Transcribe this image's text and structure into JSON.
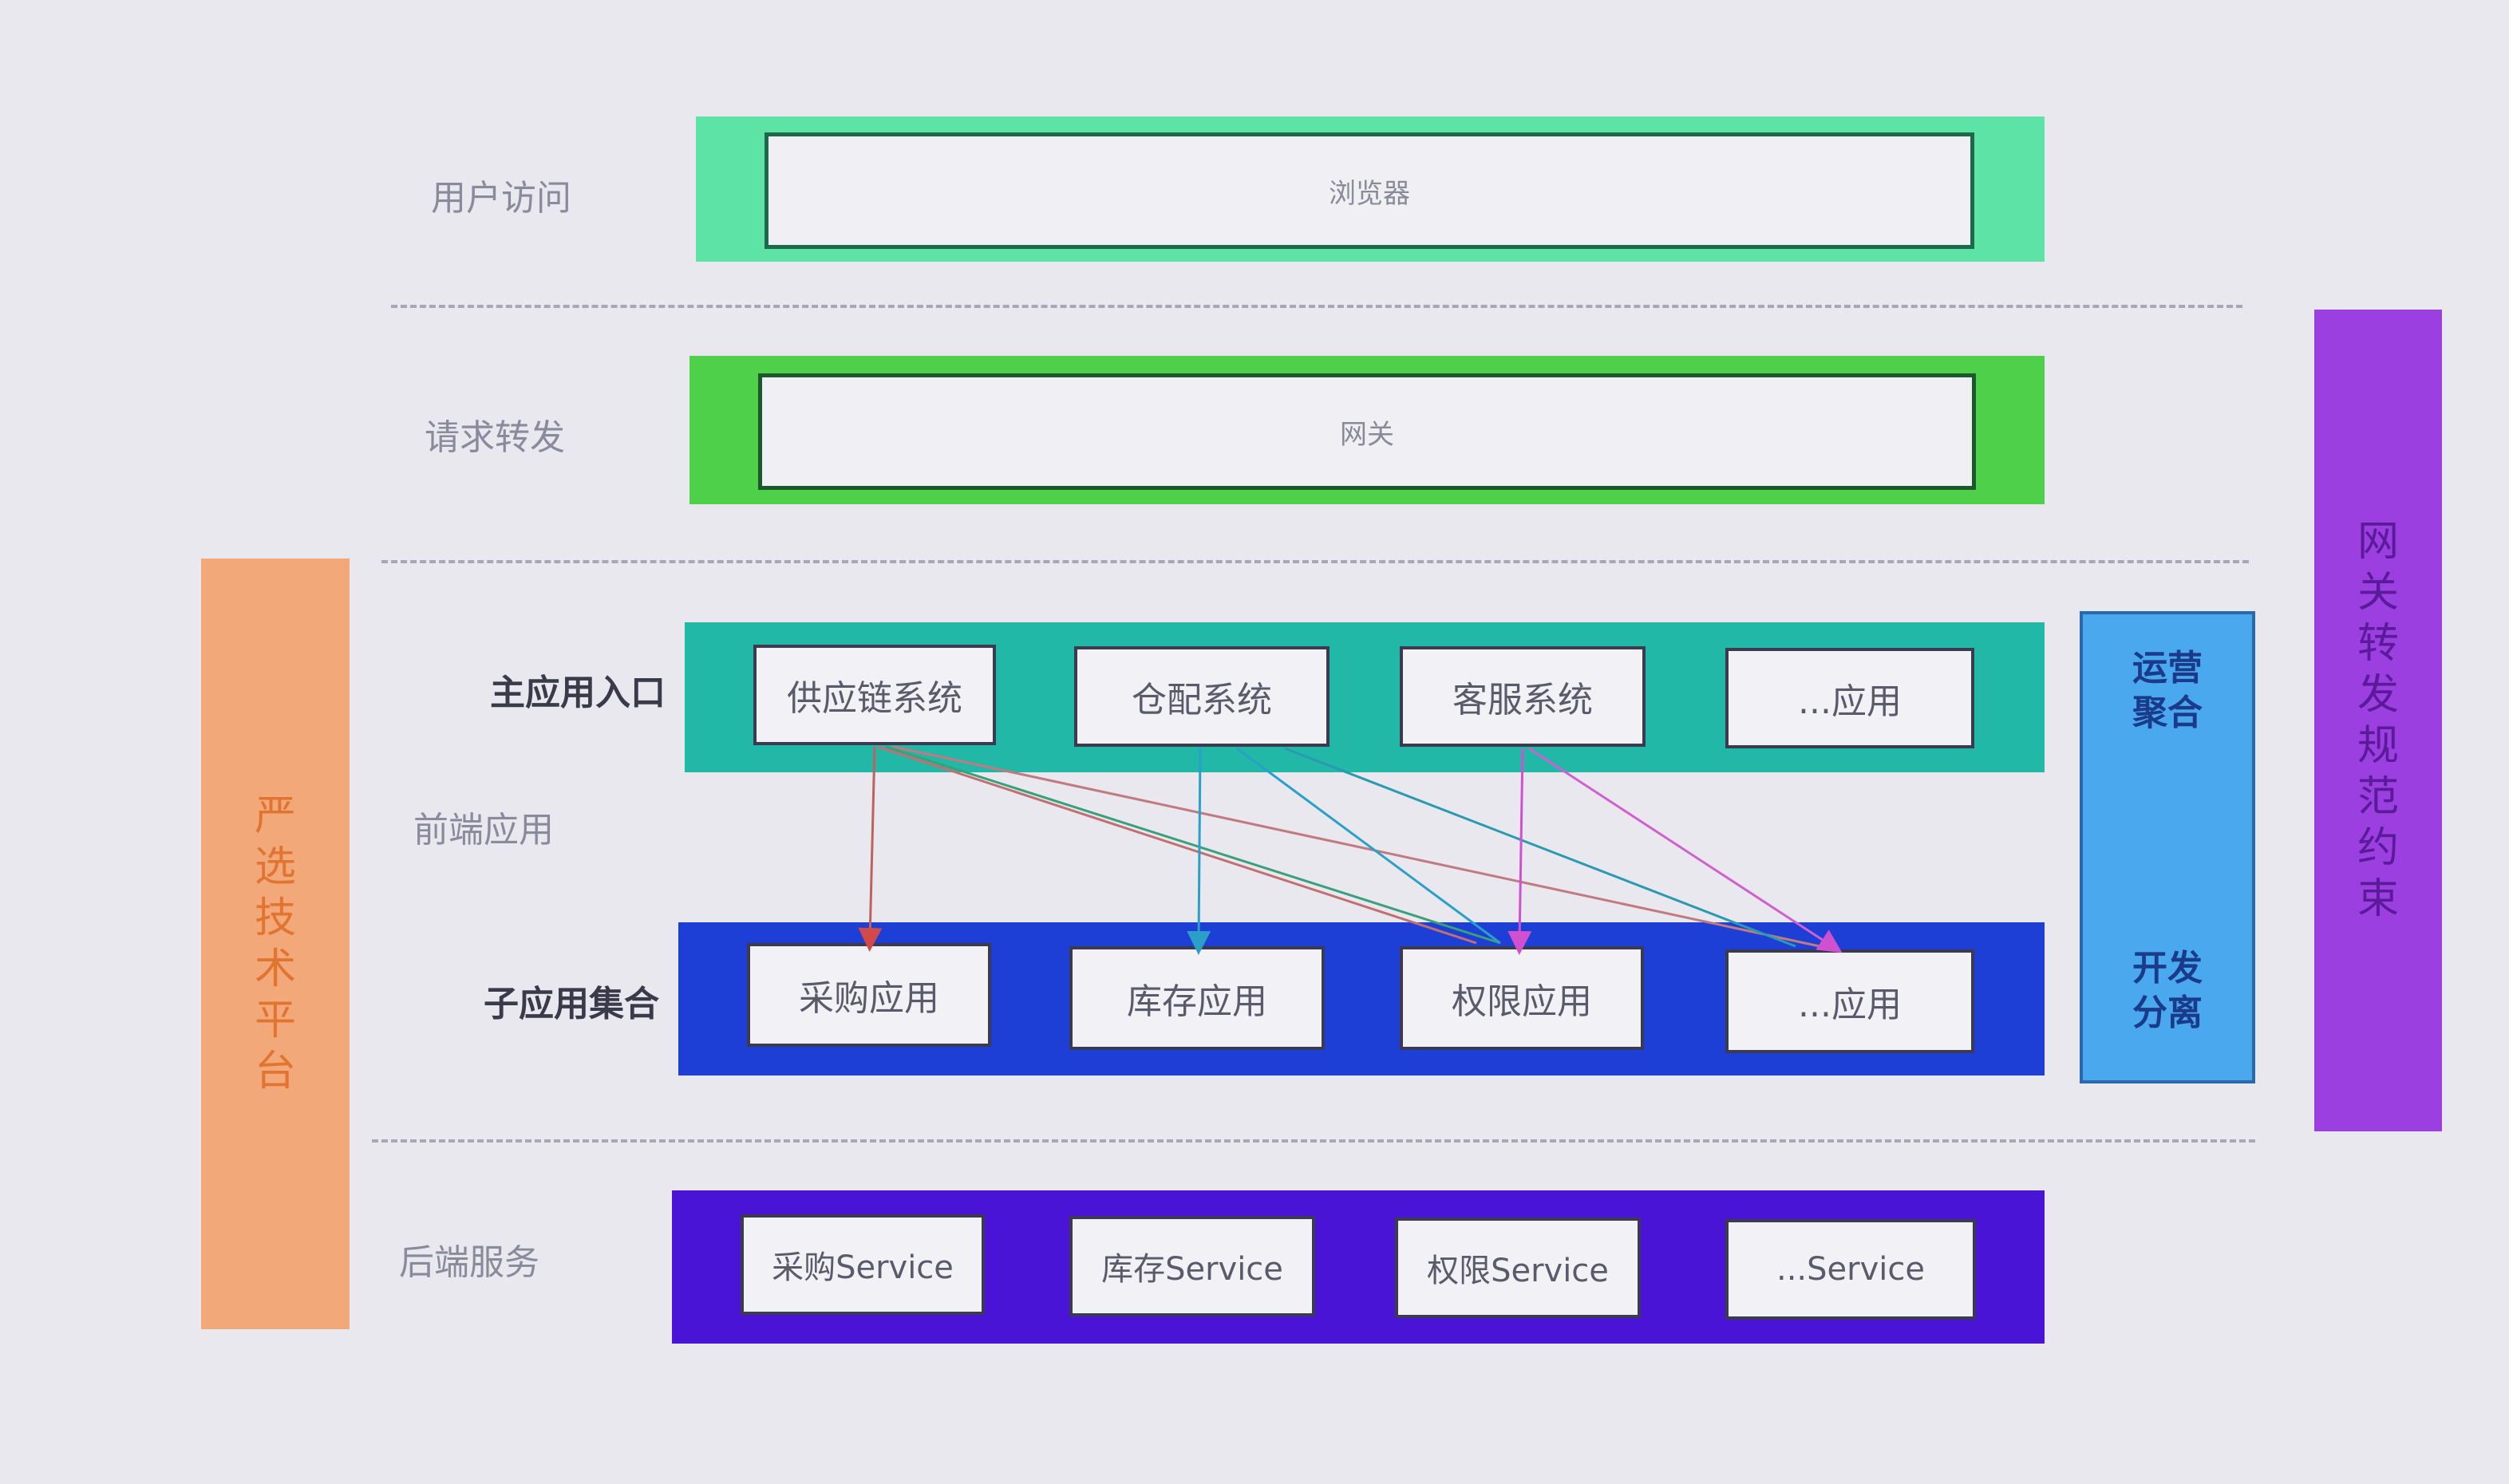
{
  "rows": {
    "user_access": "用户访问",
    "request_forward": "请求转发",
    "main_app_entry": "主应用入口",
    "frontend_app": "前端应用",
    "sub_app_set": "子应用集合",
    "backend_service": "后端服务"
  },
  "layers": {
    "browser": "浏览器",
    "gateway": "网关"
  },
  "main_apps": [
    "供应链系统",
    "仓配系统",
    "客服系统",
    "...应用"
  ],
  "sub_apps": [
    "采购应用",
    "库存应用",
    "权限应用",
    "...应用"
  ],
  "services": [
    "采购Service",
    "库存Service",
    "权限Service",
    "...Service"
  ],
  "sidebars": {
    "left": [
      "严",
      "选",
      "技",
      "术",
      "平",
      "台"
    ],
    "right": [
      "网",
      "关",
      "转",
      "发",
      "规",
      "范",
      "约",
      "束"
    ],
    "ops_aggregation": [
      "运营",
      "聚合"
    ],
    "dev_separation": [
      "开发",
      "分离"
    ]
  },
  "colors": {
    "browser_band": "#5de3a6",
    "gateway_band": "#4fd04a",
    "main_band": "#22b8a8",
    "sub_band": "#1d3fd6",
    "service_band": "#4a14d6",
    "left_bar": "#f2a878",
    "right_bar": "#9b3fe0",
    "ops_box": "#4aa8ee"
  }
}
